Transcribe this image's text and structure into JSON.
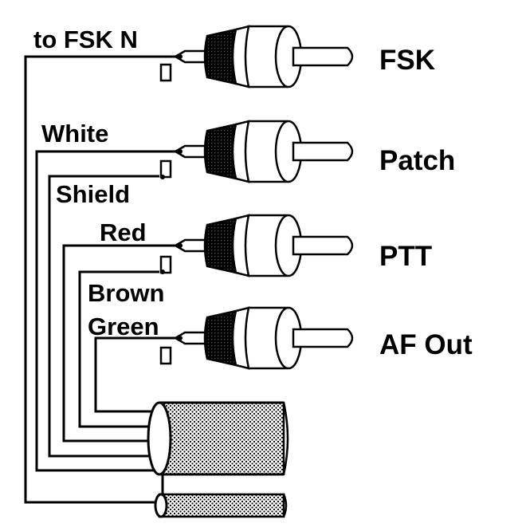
{
  "wire_labels": {
    "fsk_n": "to FSK N",
    "white": "White",
    "shield": "Shield",
    "red": "Red",
    "brown": "Brown",
    "green": "Green"
  },
  "connector_labels": {
    "fsk": "FSK",
    "patch": "Patch",
    "ptt": "PTT",
    "af_out": "AF Out"
  },
  "colors": {
    "ink": "#000000",
    "paper": "#ffffff"
  }
}
